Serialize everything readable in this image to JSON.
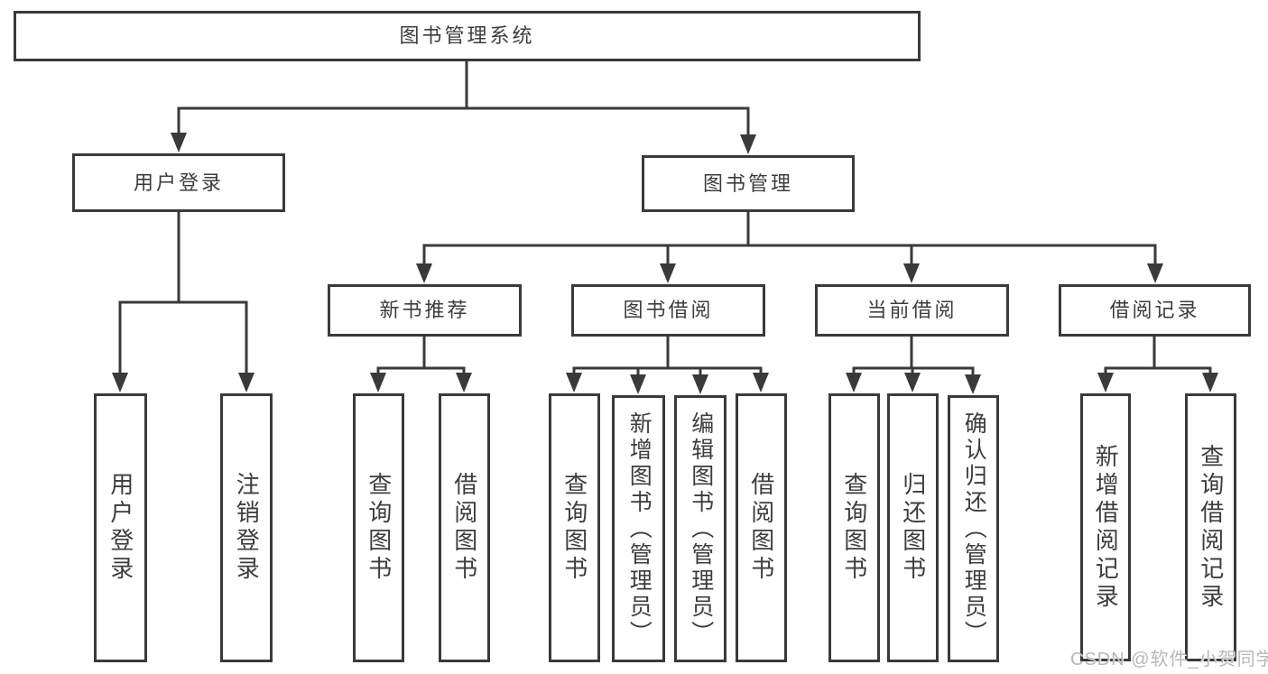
{
  "nodes": {
    "root": "图书管理系统",
    "user_login": "用户登录",
    "book_mgmt": "图书管理",
    "l3": [
      "新书推荐",
      "图书借阅",
      "当前借阅",
      "借阅记录"
    ],
    "leaves_user": [
      "用户登录",
      "注销登录"
    ],
    "leaves_recommend": [
      "查询图书",
      "借阅图书"
    ],
    "leaves_borrow": [
      "查询图书",
      "新增图书（管理员）",
      "编辑图书（管理员）",
      "借阅图书"
    ],
    "leaves_current": [
      "查询图书",
      "归还图书",
      "确认归还（管理员）"
    ],
    "leaves_records": [
      "新增借阅记录",
      "查询借阅记录"
    ]
  },
  "watermark": "CSDN @软件_小贺同学",
  "colors": {
    "line": "#3a3a3a",
    "text": "#3d3d3d",
    "watermark": "#b8b8b8",
    "background": "#ffffff"
  }
}
